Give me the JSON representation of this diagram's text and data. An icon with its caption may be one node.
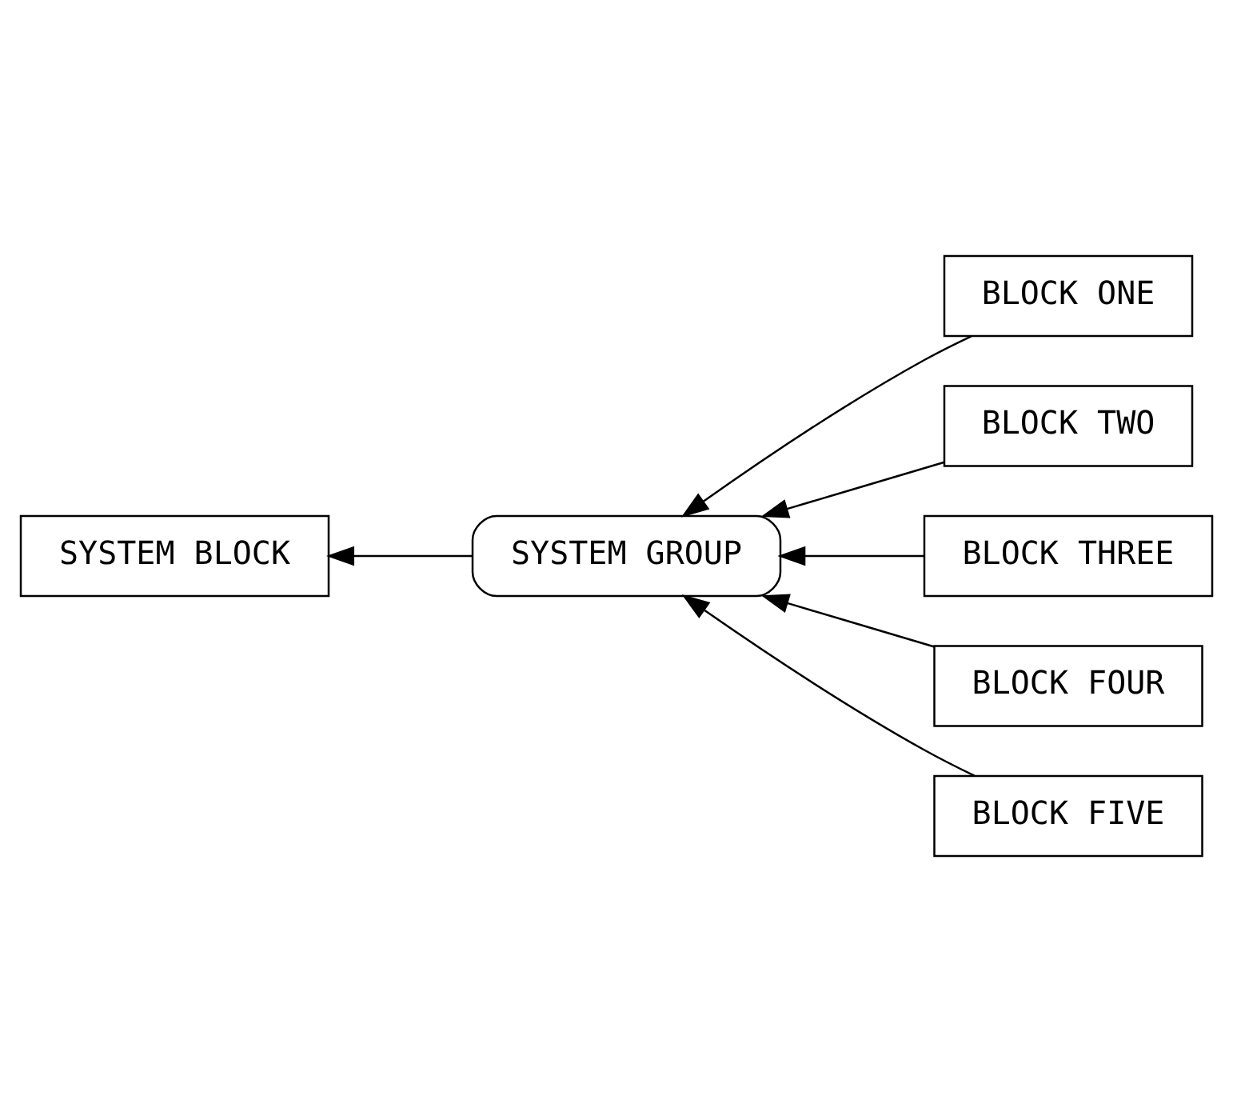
{
  "diagram": {
    "nodes": [
      {
        "text": [
          "SYSTEM BLOCK"
        ]
      },
      {
        "text": [
          "SYSTEM GROUP"
        ]
      },
      {
        "text": [
          "BLOCK ONE"
        ]
      },
      {
        "text": [
          "BLOCK TWO"
        ]
      },
      {
        "text": [
          "BLOCK THREE"
        ]
      },
      {
        "text": [
          "BLOCK FOUR"
        ]
      },
      {
        "text": [
          "BLOCK FIVE"
        ]
      }
    ],
    "edges": [
      {
        "from": 1,
        "to": 0,
        "arrow": "to"
      },
      {
        "from": 2,
        "to": 1,
        "arrow": "to"
      },
      {
        "from": 3,
        "to": 1,
        "arrow": "to"
      },
      {
        "from": 4,
        "to": 1,
        "arrow": "to"
      },
      {
        "from": 5,
        "to": 1,
        "arrow": "to"
      },
      {
        "from": 6,
        "to": 1,
        "arrow": "to"
      }
    ]
  }
}
